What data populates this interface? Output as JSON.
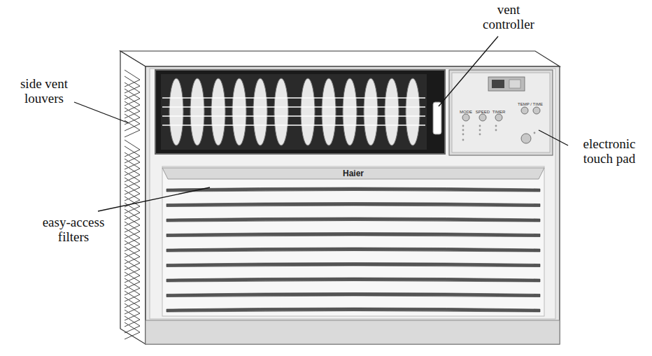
{
  "diagram": {
    "labels": [
      "vent controller",
      "side vent louvers",
      "easy-access filters",
      "electronic touch pad",
      "Haier",
      "MODE",
      "SPEED",
      "TIMER",
      "TEMP / TIME"
    ]
  }
}
